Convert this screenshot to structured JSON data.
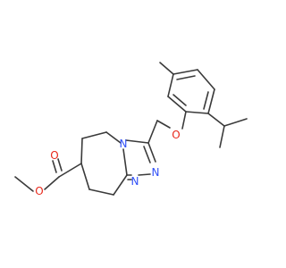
{
  "molecule": {
    "atom_labels": {
      "ester_carbonyl_oxygen": "O",
      "ester_ether_oxygen": "O",
      "aryl_ether_oxygen": "O",
      "ring_n_bridge": "N",
      "ring_n_upper": "N",
      "ring_n_lower": "N"
    }
  },
  "colors": {
    "bond": "#3a3a3a",
    "oxygen": "#e8291c",
    "nitrogen": "#3050f8"
  }
}
